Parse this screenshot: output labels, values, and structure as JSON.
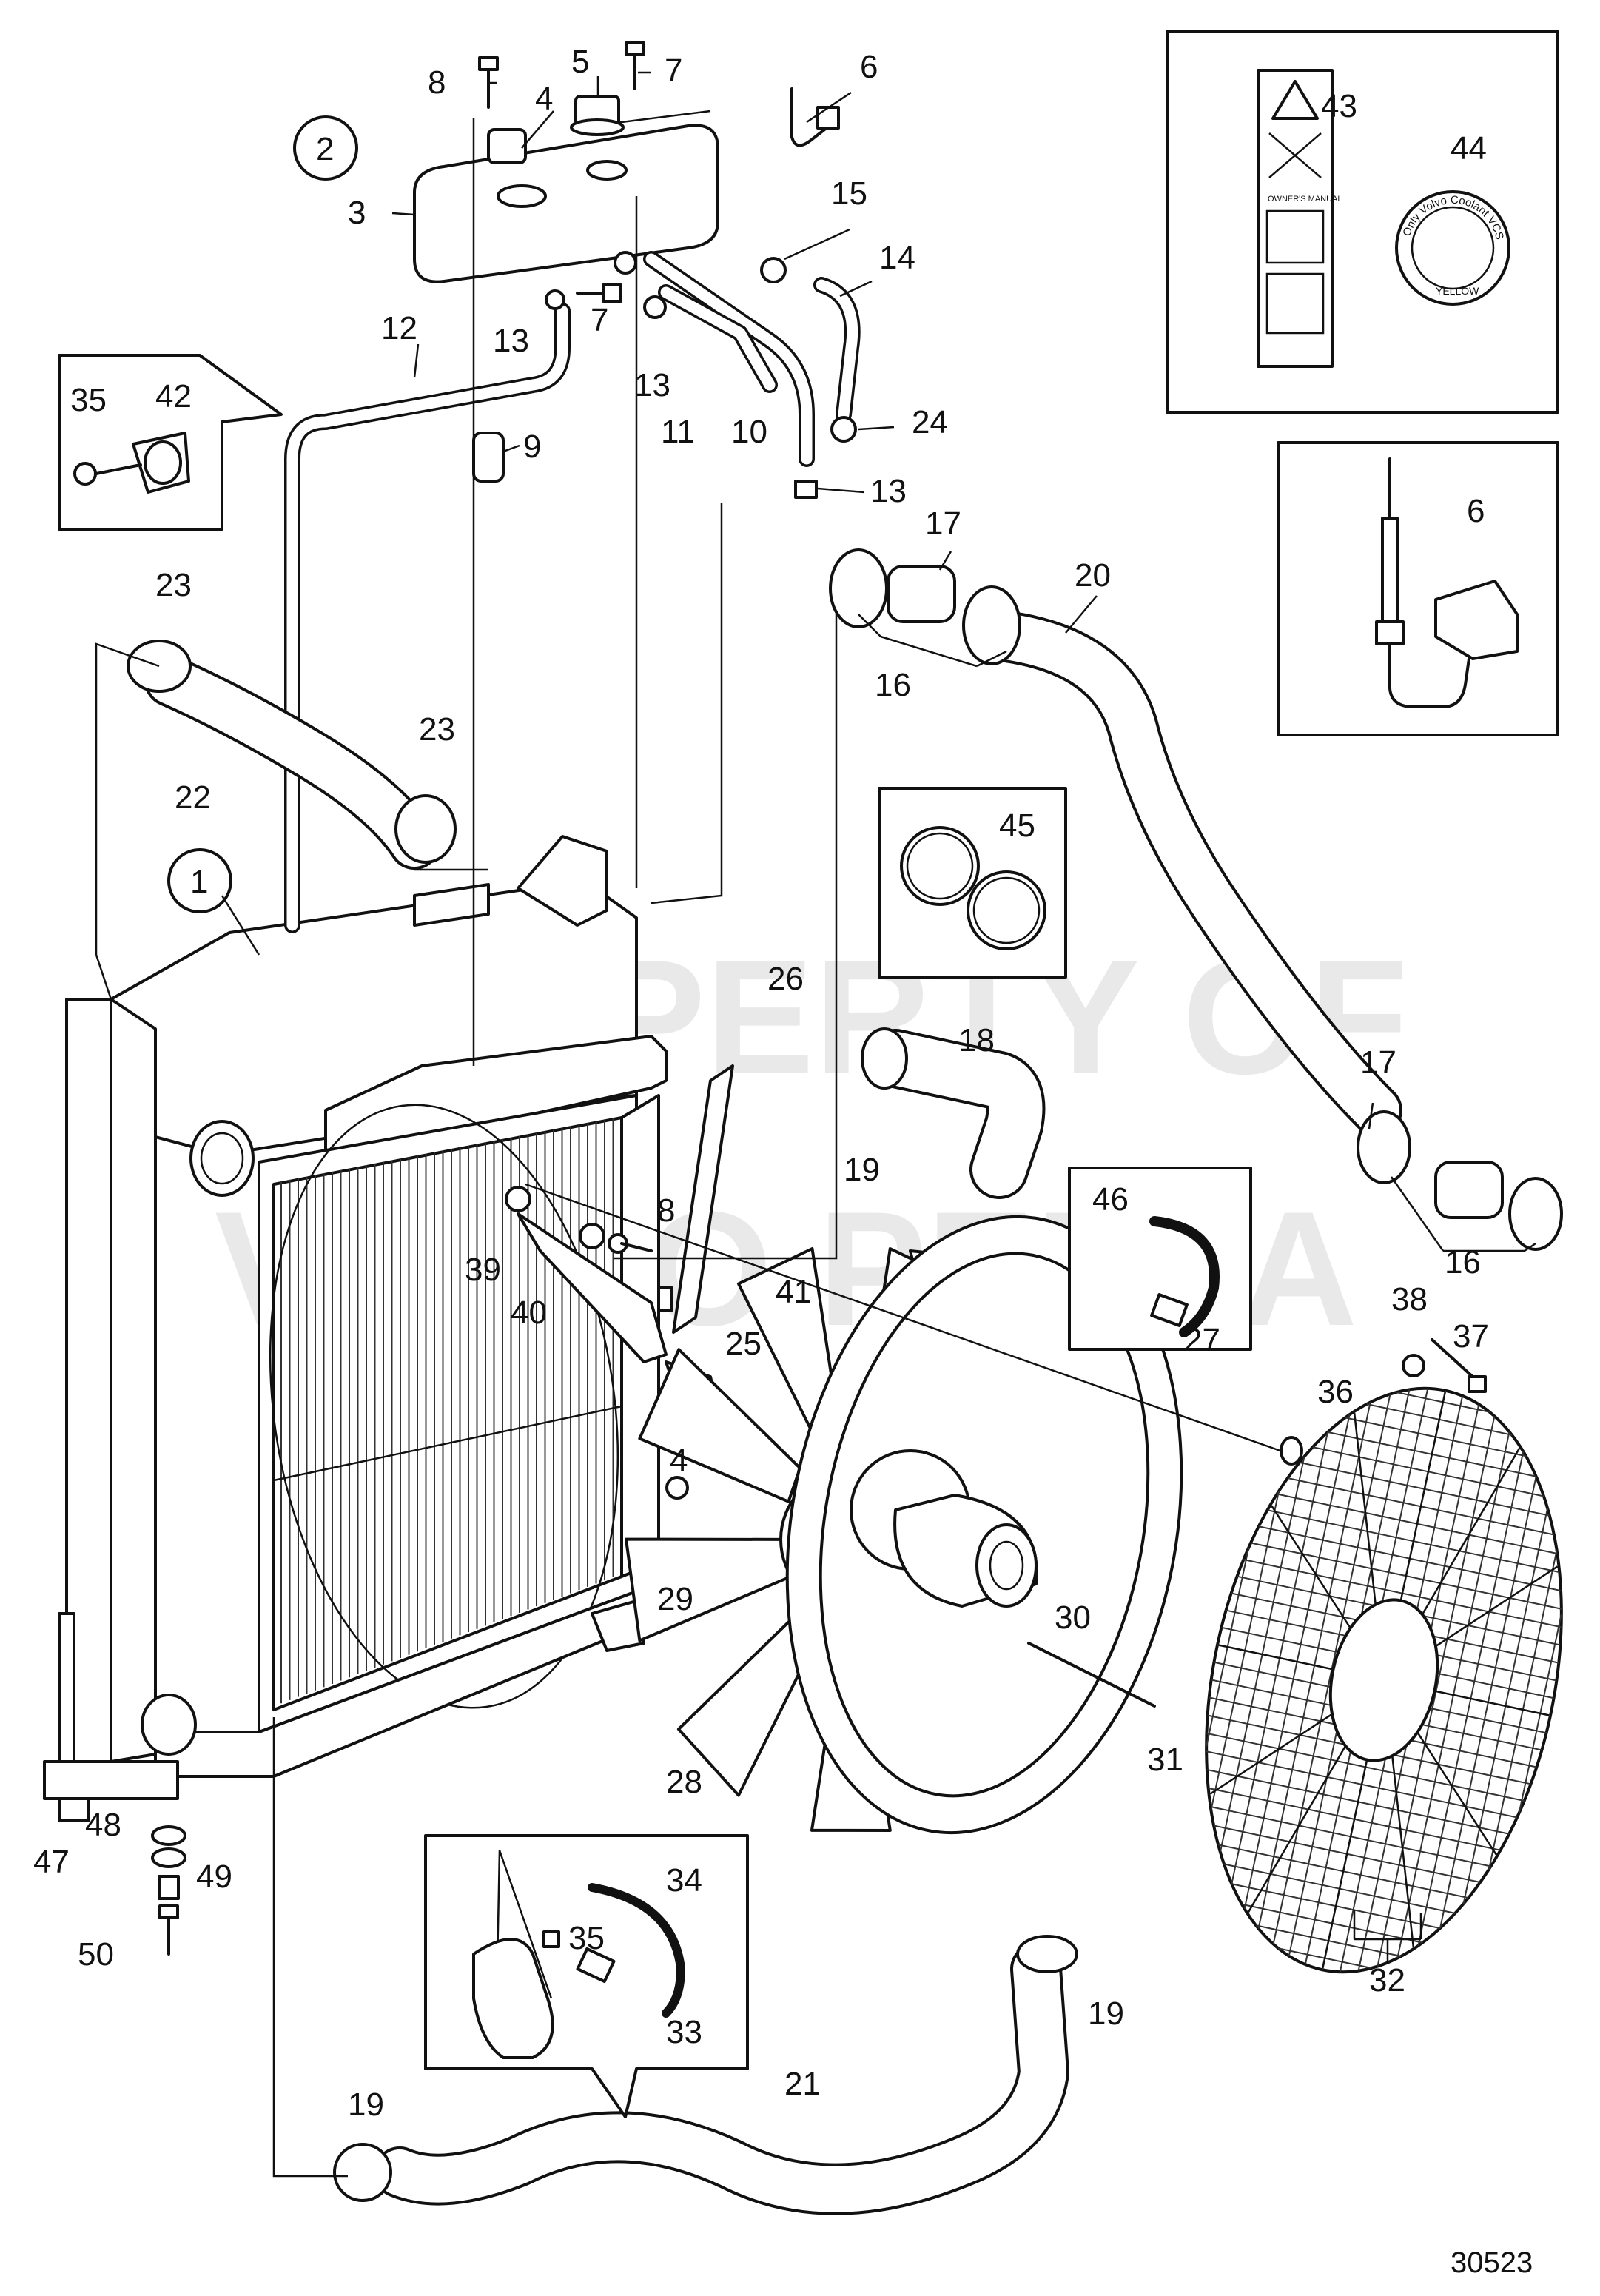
{
  "watermark": {
    "line1": "PROPERTY OF",
    "line2": "VOLVO PENTA"
  },
  "drawing_number": "30523",
  "circled_refs": [
    "1",
    "2"
  ],
  "labels": {
    "p3": "3",
    "p4a": "4",
    "p4b": "4",
    "p5": "5",
    "p6a": "6",
    "p6b": "6",
    "p7a": "7",
    "p7b": "7",
    "p8a": "8",
    "p8b": "8",
    "p9": "9",
    "p10": "10",
    "p11": "11",
    "p12": "12",
    "p13a": "13",
    "p13b": "13",
    "p13c": "13",
    "p14": "14",
    "p15": "15",
    "p16a": "16",
    "p16b": "16",
    "p17a": "17",
    "p17b": "17",
    "p18": "18",
    "p19a": "19",
    "p19b": "19",
    "p19c": "19",
    "p20": "20",
    "p21": "21",
    "p22": "22",
    "p23a": "23",
    "p23b": "23",
    "p24": "24",
    "p25": "25",
    "p26": "26",
    "p27": "27",
    "p28": "28",
    "p29": "29",
    "p30": "30",
    "p31": "31",
    "p32": "32",
    "p33": "33",
    "p34": "34",
    "p35a": "35",
    "p35b": "35",
    "p36": "36",
    "p37": "37",
    "p38": "38",
    "p39": "39",
    "p40": "40",
    "p41": "41",
    "p42": "42",
    "p43": "43",
    "p44": "44",
    "p45": "45",
    "p46": "46",
    "p47": "47",
    "p48": "48",
    "p49": "49",
    "p50": "50"
  },
  "coolant_cap_text": {
    "arc": "Only Volvo Coolant VCS",
    "bottom": "YELLOW"
  },
  "decal_text": {
    "manual": "OWNER'S MANUAL"
  },
  "colors": {
    "line": "#111111",
    "background": "#ffffff",
    "watermark": "#d8d8d8"
  }
}
